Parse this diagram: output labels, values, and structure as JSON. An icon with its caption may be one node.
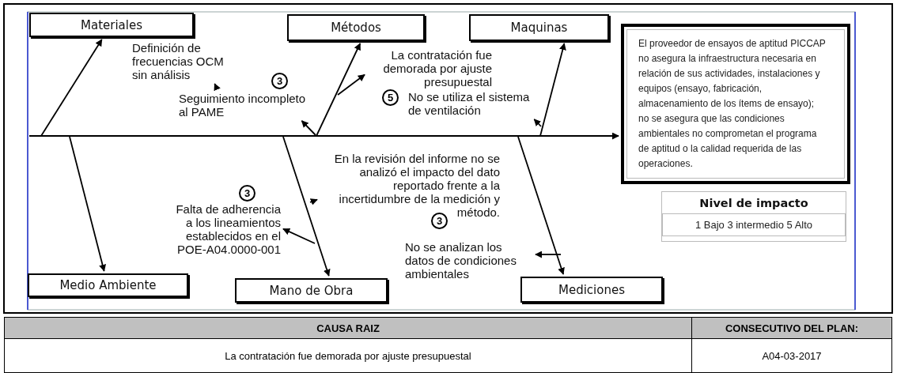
{
  "diagram": {
    "nodes": [
      {
        "text": [
          "Materiales"
        ]
      },
      {
        "text": [
          "Métodos"
        ]
      },
      {
        "text": [
          "Maquinas"
        ]
      },
      {
        "text": [
          "El proveedor de ensayos de aptitud PICCAP no asegura la infraestructura necesaria en relación de sus actividades, instalaciones y equipos (ensayo, fabricación, almacenamiento de los ítems de ensayo); no se asegura que las condiciones ambientales no comprometan el programa de aptitud o la calidad requerida de las operaciones."
        ]
      },
      {
        "text": [
          "Definición de frecuencias OCM sin análisis"
        ]
      },
      {
        "text": [
          "La contratación fue demorada por ajuste presupuestal"
        ]
      },
      {
        "text": [
          "Seguimiento incompleto al PAME"
        ]
      },
      {
        "text": [
          "No se utiliza el sistema de ventilación"
        ]
      },
      {
        "text": [
          "En la revisión del informe no se analizó el impacto del dato reportado frente a la incertidumbre de la medición y método."
        ]
      },
      {
        "text": [
          "Nivel de impacto",
          "1 Bajo 3 intermedio 5 Alto"
        ]
      },
      {
        "text": [
          "Falta de adherencia a los lineamientos establecidos en el POE-A04.0000-001"
        ]
      },
      {
        "text": [
          "No se analizan los datos de condiciones ambientales"
        ]
      },
      {
        "text": [
          "Medio Ambiente"
        ]
      },
      {
        "text": [
          "Mano de Obra"
        ]
      },
      {
        "text": [
          "Mediciones"
        ]
      }
    ],
    "edges": [
      {
        "from": null,
        "to": 3,
        "arrow": "to"
      },
      {
        "from": null,
        "to": 0,
        "arrow": "to"
      },
      {
        "from": null,
        "to": 1,
        "arrow": "to"
      },
      {
        "from": null,
        "to": 2,
        "arrow": "to"
      },
      {
        "from": null,
        "to": 12,
        "arrow": "to"
      },
      {
        "from": null,
        "to": 13,
        "arrow": "to"
      },
      {
        "from": null,
        "to": 14,
        "arrow": "to"
      },
      {
        "from": null,
        "to": 6,
        "arrow": "to"
      },
      {
        "from": 6,
        "to": 4,
        "arrow": "to"
      },
      {
        "from": null,
        "to": 5,
        "arrow": "to"
      },
      {
        "from": null,
        "to": 7,
        "arrow": "to"
      },
      {
        "from": null,
        "to": 8,
        "arrow": "to"
      },
      {
        "from": null,
        "to": 10,
        "arrow": "to"
      },
      {
        "from": null,
        "to": 11,
        "arrow": "to"
      }
    ],
    "labels": [
      "3",
      "5",
      "3",
      "3",
      "CAUSA RAIZ",
      "CONSECUTIVO DEL PLAN:",
      "La contratación fue demorada por ajuste presupuestal",
      "A04-03-2017"
    ]
  }
}
